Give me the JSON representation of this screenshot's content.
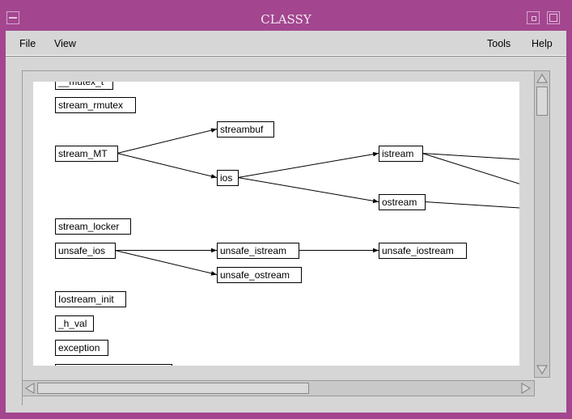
{
  "window": {
    "title": "CLASSY"
  },
  "menubar": {
    "file": "File",
    "view": "View",
    "tools": "Tools",
    "help": "Help"
  },
  "graph": {
    "nodes": [
      {
        "id": "mutex_t",
        "label": "__mutex_t"
      },
      {
        "id": "stream_rmutex",
        "label": "stream_rmutex"
      },
      {
        "id": "streambuf",
        "label": "streambuf"
      },
      {
        "id": "stream_MT",
        "label": "stream_MT"
      },
      {
        "id": "istream",
        "label": "istream"
      },
      {
        "id": "ios",
        "label": "ios"
      },
      {
        "id": "ostream",
        "label": "ostream"
      },
      {
        "id": "stream_locker",
        "label": "stream_locker"
      },
      {
        "id": "unsafe_ios",
        "label": "unsafe_ios"
      },
      {
        "id": "unsafe_istream",
        "label": "unsafe_istream"
      },
      {
        "id": "unsafe_iostream",
        "label": "unsafe_iostream"
      },
      {
        "id": "unsafe_ostream",
        "label": "unsafe_ostream"
      },
      {
        "id": "Iostream_init",
        "label": "Iostream_init"
      },
      {
        "id": "h_val",
        "label": "_h_val"
      },
      {
        "id": "exception",
        "label": "exception"
      },
      {
        "id": "cut_bottom",
        "label": ""
      }
    ],
    "edges": [
      {
        "from": "stream_MT",
        "to": "streambuf"
      },
      {
        "from": "stream_MT",
        "to": "ios"
      },
      {
        "from": "ios",
        "to": "istream"
      },
      {
        "from": "ios",
        "to": "ostream"
      },
      {
        "from": "istream",
        "to": "offscreen_1"
      },
      {
        "from": "istream",
        "to": "offscreen_2"
      },
      {
        "from": "ostream",
        "to": "offscreen_3"
      },
      {
        "from": "unsafe_ios",
        "to": "unsafe_istream"
      },
      {
        "from": "unsafe_ios",
        "to": "unsafe_ostream"
      },
      {
        "from": "unsafe_istream",
        "to": "unsafe_iostream"
      }
    ]
  },
  "scrollbars": {
    "vertical": {
      "position": 0.05,
      "visible_fraction": 0.1
    },
    "horizontal": {
      "position": 0.0,
      "visible_fraction": 0.56
    }
  }
}
